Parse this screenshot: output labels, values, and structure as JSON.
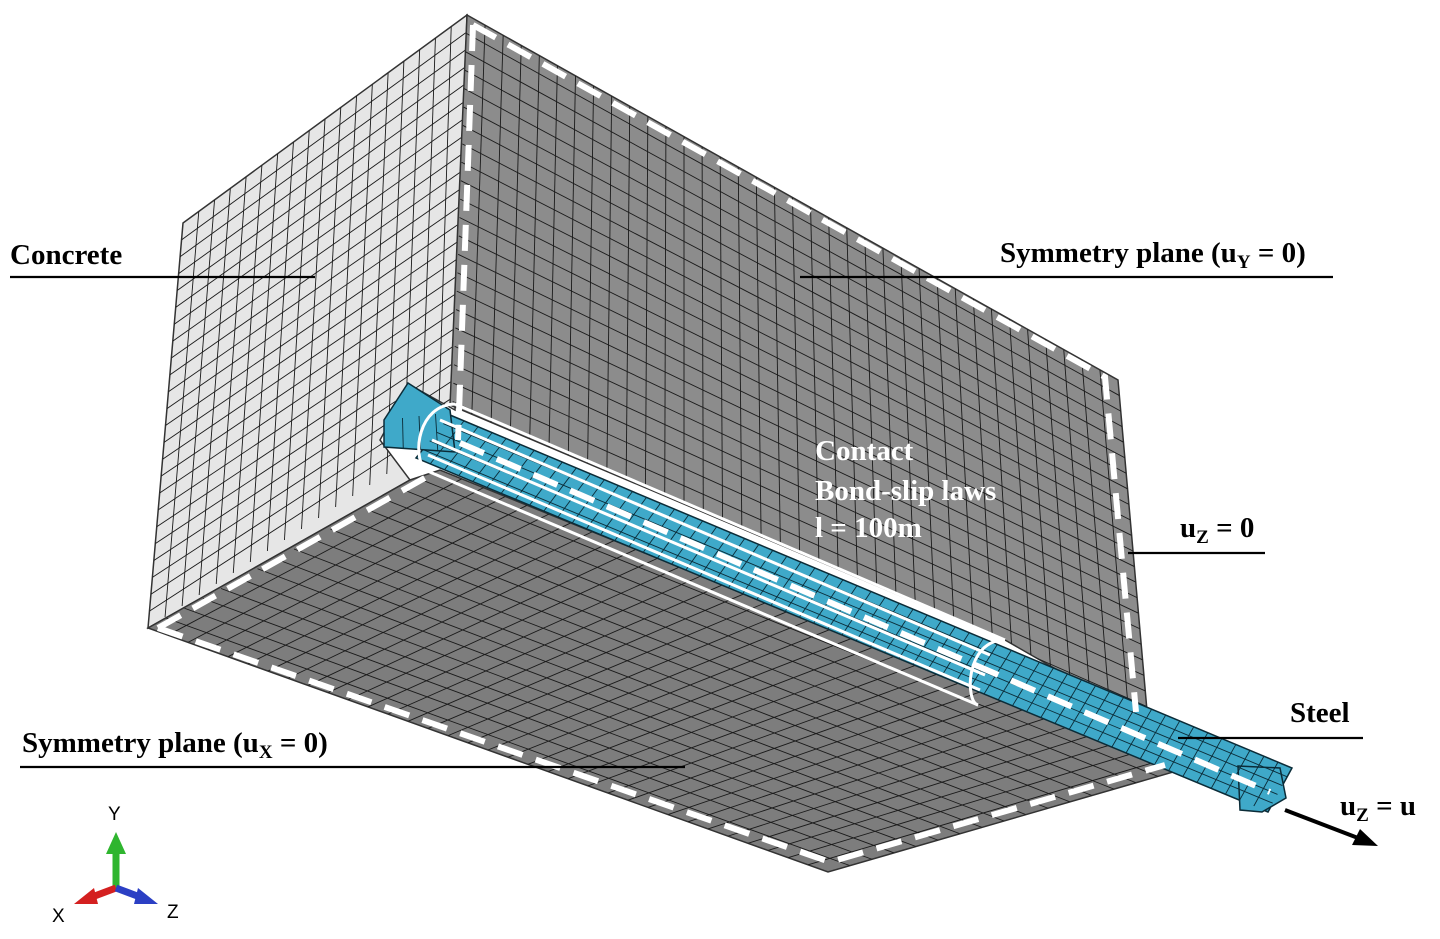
{
  "labels": {
    "concrete": "Concrete",
    "sym_y_prefix": "Symmetry plane (u",
    "sym_y_sub": "Y",
    "sym_y_suffix": " = 0)",
    "sym_x_prefix": "Symmetry plane (u",
    "sym_x_sub": "X",
    "sym_x_suffix": " = 0)",
    "uz0_main": "u",
    "uz0_sub": "Z",
    "uz0_suffix": " = 0",
    "uzu_main": "u",
    "uzu_sub": "Z",
    "uzu_suffix": " = u",
    "steel": "Steel",
    "contact_line1": "Contact",
    "contact_line2": "Bond-slip laws",
    "contact_line3": "l = 100m"
  },
  "triad": {
    "y": "Y",
    "x": "X",
    "z": "Z"
  },
  "colors": {
    "left_face": "#e6e6e6",
    "right_face": "#8c8c8c",
    "bottom_face": "#7d7d7d",
    "mesh_line": "#1a1a1a",
    "steel": "#3fa9c9",
    "boundary_dash": "#ffffff",
    "axis_y": "#2fb52f",
    "axis_x": "#d42020",
    "axis_z": "#2b3fc4"
  }
}
